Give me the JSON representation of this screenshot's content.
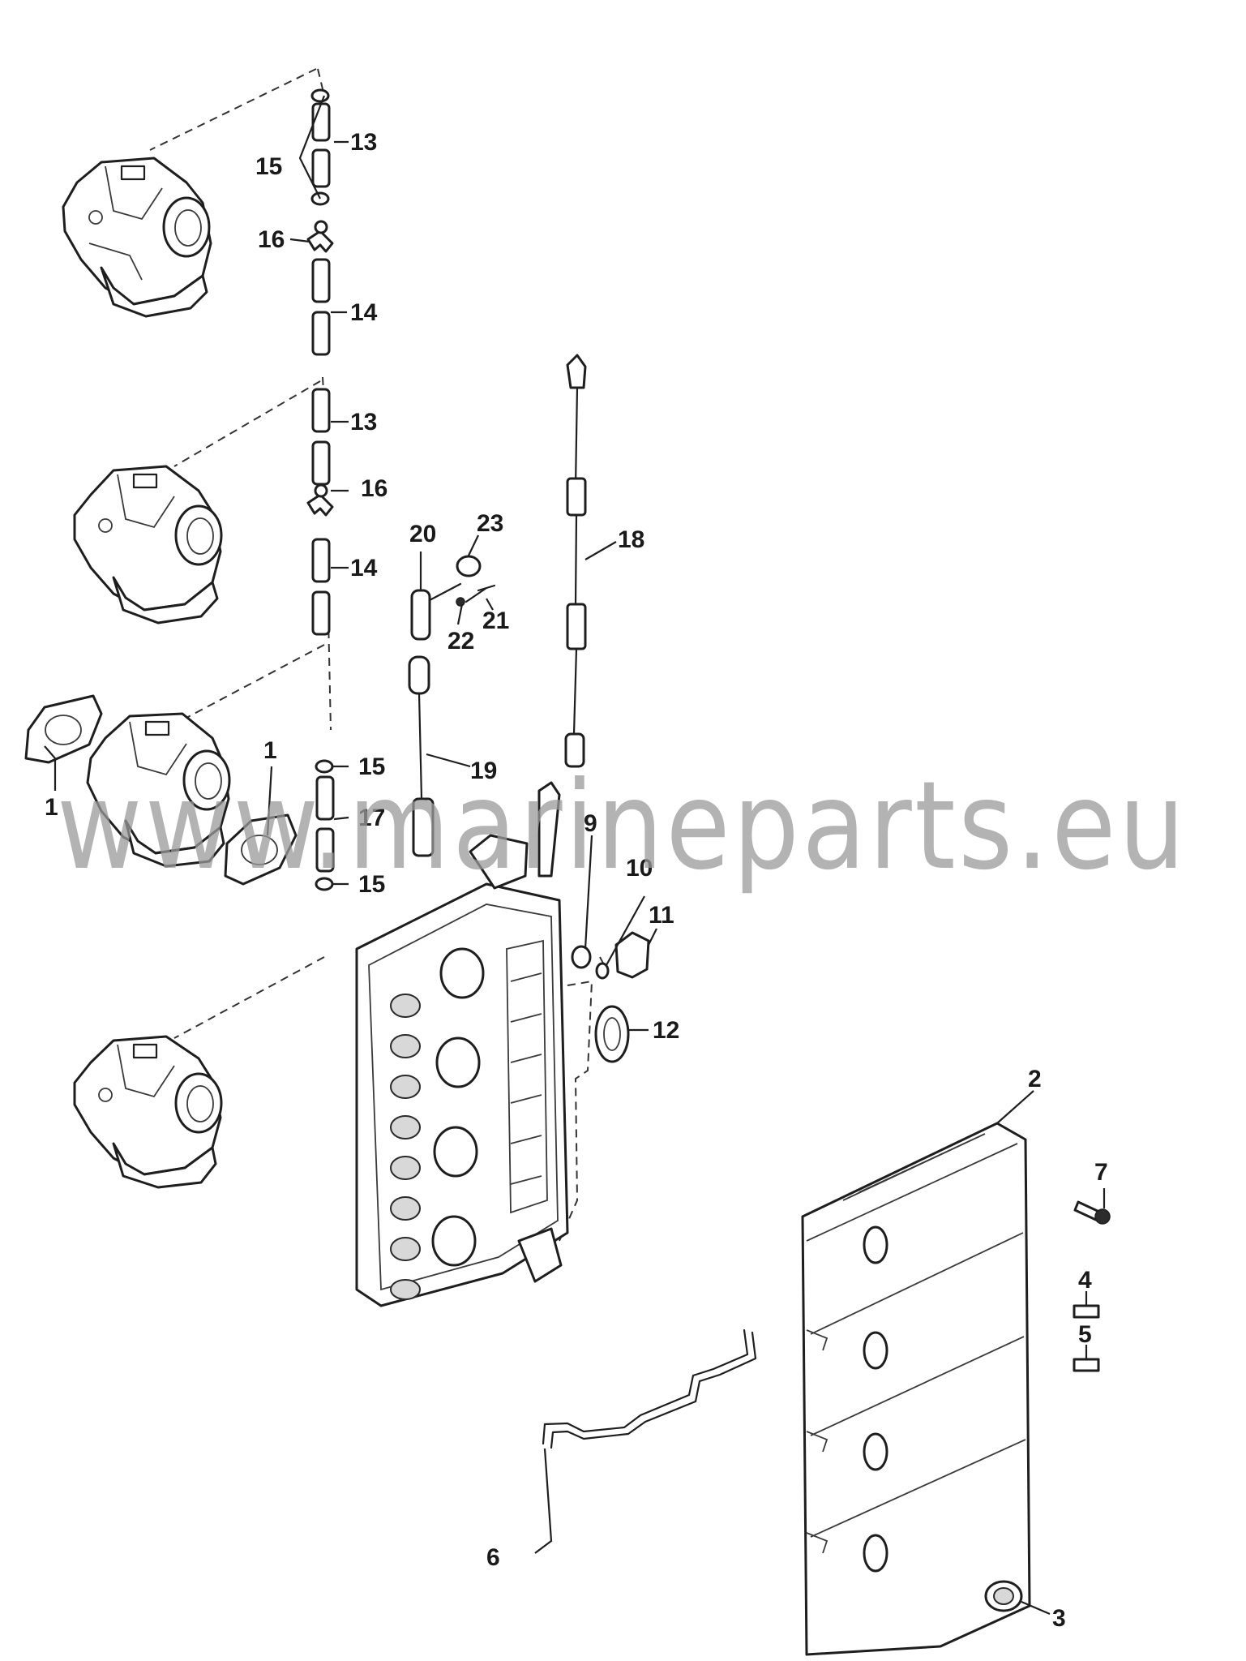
{
  "watermark": "www.marineparts.eu",
  "callouts": {
    "c1a": "1",
    "c1b": "1",
    "c2": "2",
    "c3": "3",
    "c4": "4",
    "c5": "5",
    "c6": "6",
    "c7": "7",
    "c9": "9",
    "c10": "10",
    "c11": "11",
    "c12": "12",
    "c13a": "13",
    "c13b": "13",
    "c14a": "14",
    "c14b": "14",
    "c15a": "15",
    "c15b": "15",
    "c15c": "15",
    "c16a": "16",
    "c16b": "16",
    "c17": "17",
    "c18": "18",
    "c19": "19",
    "c20": "20",
    "c21": "21",
    "c22": "22",
    "c23": "23"
  },
  "colors": {
    "line": "#1e1e1e",
    "watermark": "#9a9a9a",
    "background": "#ffffff"
  }
}
